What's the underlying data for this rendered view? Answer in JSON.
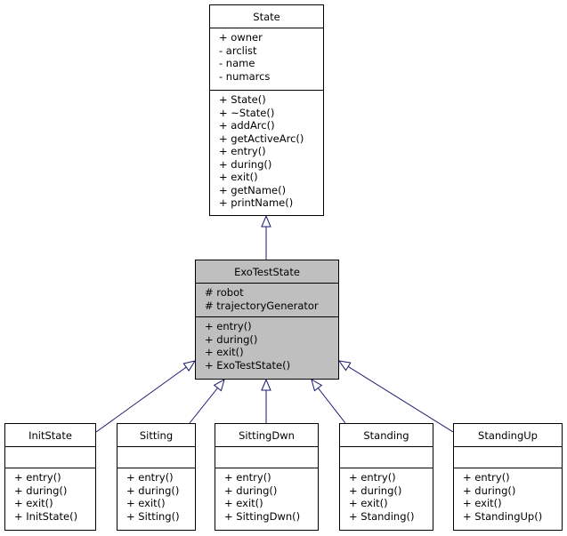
{
  "diagram": {
    "base": {
      "name": "State",
      "attributes": [
        "+ owner",
        "- arclist",
        "- name",
        "- numarcs"
      ],
      "methods": [
        "+ State()",
        "+ ~State()",
        "+ addArc()",
        "+ getActiveArc()",
        "+ entry()",
        "+ during()",
        "+ exit()",
        "+ getName()",
        "+ printName()"
      ]
    },
    "middle": {
      "name": "ExoTestState",
      "attributes": [
        "# robot",
        "# trajectoryGenerator"
      ],
      "methods": [
        "+ entry()",
        "+ during()",
        "+ exit()",
        "+ ExoTestState()"
      ]
    },
    "children": [
      {
        "name": "InitState",
        "attributes": [],
        "methods": [
          "+ entry()",
          "+ during()",
          "+ exit()",
          "+ InitState()"
        ]
      },
      {
        "name": "Sitting",
        "attributes": [],
        "methods": [
          "+ entry()",
          "+ during()",
          "+ exit()",
          "+ Sitting()"
        ]
      },
      {
        "name": "SittingDwn",
        "attributes": [],
        "methods": [
          "+ entry()",
          "+ during()",
          "+ exit()",
          "+ SittingDwn()"
        ]
      },
      {
        "name": "Standing",
        "attributes": [],
        "methods": [
          "+ entry()",
          "+ during()",
          "+ exit()",
          "+ Standing()"
        ]
      },
      {
        "name": "StandingUp",
        "attributes": [],
        "methods": [
          "+ entry()",
          "+ during()",
          "+ exit()",
          "+ StandingUp()"
        ]
      }
    ],
    "colors": {
      "edge": "#191970",
      "highlight_fill": "#bfbfbf",
      "box_fill": "#ffffff",
      "border": "#000000"
    }
  }
}
